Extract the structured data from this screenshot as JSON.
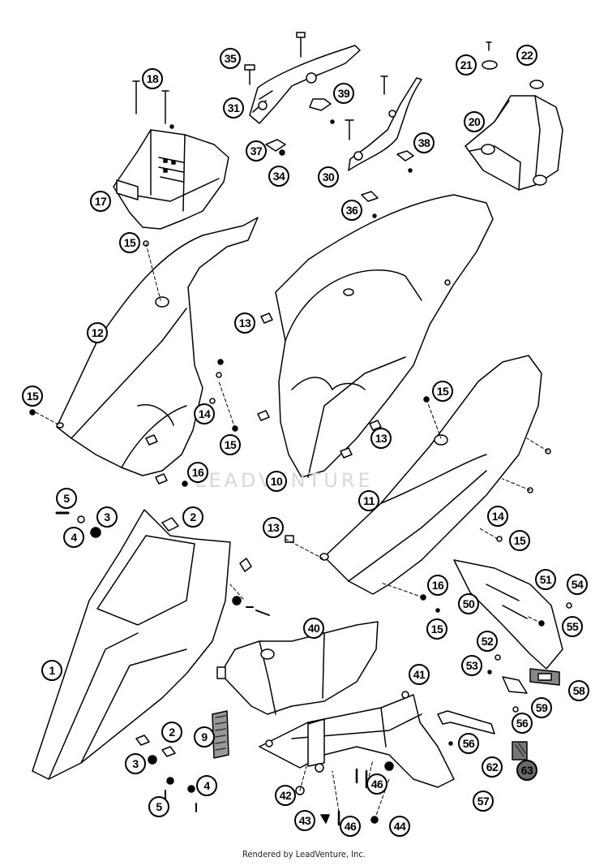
{
  "watermark": "LEADVENTURE",
  "footer": "Rendered by LeadVenture, Inc.",
  "callouts": [
    "35",
    "18",
    "31",
    "39",
    "21",
    "22",
    "37",
    "34",
    "20",
    "38",
    "17",
    "30",
    "36",
    "15",
    "12",
    "13",
    "15",
    "14",
    "15",
    "15",
    "10",
    "16",
    "13",
    "11",
    "5",
    "2",
    "3",
    "4",
    "13",
    "14",
    "15",
    "16",
    "51",
    "54",
    "50",
    "52",
    "55",
    "1",
    "40",
    "15",
    "53",
    "41",
    "58",
    "59",
    "56",
    "56",
    "9",
    "2",
    "3",
    "4",
    "62",
    "63",
    "42",
    "46",
    "5",
    "57",
    "43",
    "46",
    "44"
  ]
}
